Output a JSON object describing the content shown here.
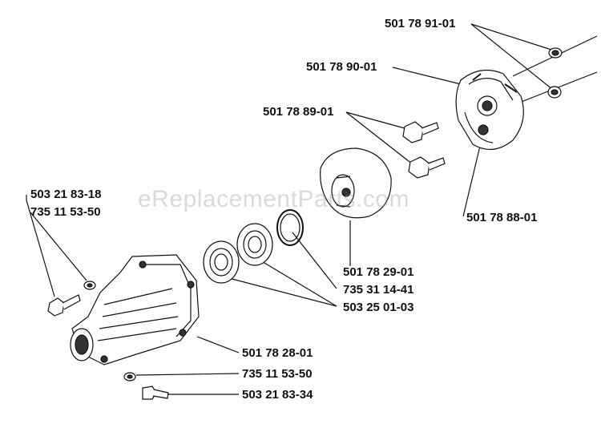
{
  "watermark": "eReplacementParts.com",
  "colors": {
    "ink": "#111111",
    "shade": "#555555",
    "paper": "#ffffff"
  },
  "labels": {
    "p_501789101": "501 78 91-01",
    "p_501789001": "501 78 90-01",
    "p_501788901": "501 78 89-01",
    "p_503218318": "503 21 83-18",
    "p_735115350_top": "735 11 53-50",
    "p_501788801": "501 78 88-01",
    "p_501782901": "501 78 29-01",
    "p_735311441": "735 31 14-41",
    "p_503250103": "503 25 01-03",
    "p_501782801": "501 78 28-01",
    "p_735115350_bottom": "735 11 53-50",
    "p_503218334": "503 21 83-34"
  }
}
